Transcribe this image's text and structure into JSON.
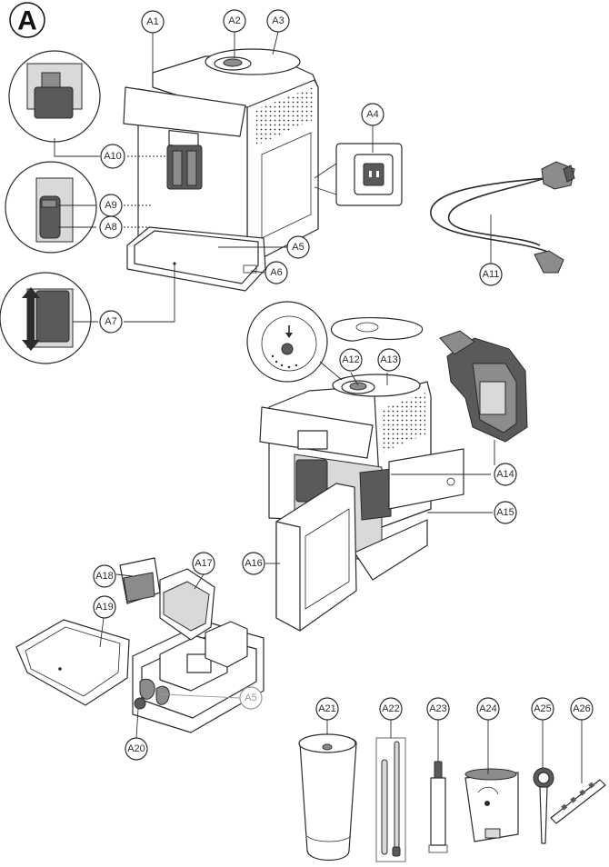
{
  "section_label": "A",
  "callouts": {
    "A1": "A1",
    "A2": "A2",
    "A3": "A3",
    "A4": "A4",
    "A5": "A5",
    "A5b": "A5",
    "A6": "A6",
    "A7": "A7",
    "A8": "A8",
    "A9": "A9",
    "A10": "A10",
    "A11": "A11",
    "A12": "A12",
    "A13": "A13",
    "A14": "A14",
    "A15": "A15",
    "A16": "A16",
    "A17": "A17",
    "A18": "A18",
    "A19": "A19",
    "A20": "A20",
    "A21": "A21",
    "A22": "A22",
    "A23": "A23",
    "A24": "A24",
    "A25": "A25",
    "A26": "A26"
  },
  "colors": {
    "line": "#2b2b2b",
    "fill": "#ffffff",
    "grey": "#8c8c8c",
    "muted": "#9a9a9a"
  }
}
